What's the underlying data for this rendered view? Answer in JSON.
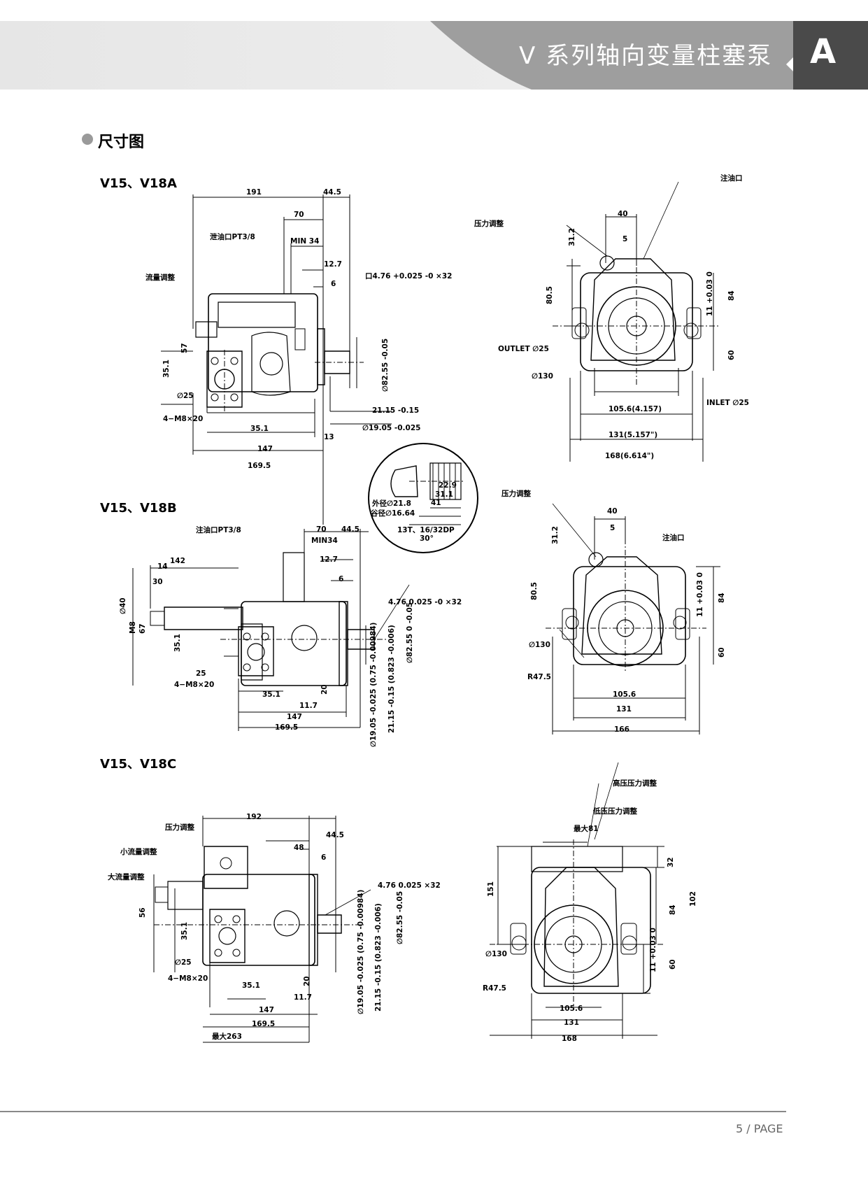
{
  "header": {
    "title": "V 系列轴向变量柱塞泵",
    "chapter_letter": "A",
    "band_color": "#d9d9d9",
    "chapter_box_color": "#4a4a4a"
  },
  "section": {
    "bullet_icon": "filled-circle-icon",
    "title": "尺寸图"
  },
  "drawings": [
    {
      "model": "V15、V18A",
      "side_view_labels": [
        "191",
        "44.5",
        "70",
        "MIN 34",
        "12.7",
        "6",
        "泄油口PT3/8",
        "流量调整",
        "口4.76 +0.025 -0 ×32",
        "57",
        "35.1",
        "∅25",
        "4−M8×20",
        "35.1",
        "147",
        "169.5",
        "13",
        "∅82.55 -0.05",
        "21.15 -0.15",
        "∅19.05 -0.025"
      ],
      "front_view_labels": [
        "注油口",
        "压力调整",
        "40",
        "5",
        "31.2",
        "80.5",
        "11 +0.03 0",
        "84",
        "OUTLET ∅25",
        "∅130",
        "60",
        "INLET ∅25",
        "105.6(4.157)",
        "131(5.157\")",
        "168(6.614\")"
      ]
    },
    {
      "model": "V15、V18B",
      "side_view_labels": [
        "注油口PT3/8",
        "70",
        "44.5",
        "MIN34",
        "12.7",
        "6",
        "142",
        "14",
        "30",
        "∅40",
        "M8",
        "67",
        "35.1",
        "25",
        "4−M8×20",
        "35.1",
        "11.7",
        "147",
        "169.5",
        "4.76 0.025 -0 ×32",
        "∅82.55 0 -0.05",
        "20",
        "∅19.05 -0.025 (0.75 -0.00984)",
        "21.15 -0.15 (0.823 -0.006)"
      ],
      "front_view_labels": [
        "压力调整",
        "40",
        "5",
        "31.2",
        "注油口",
        "80.5",
        "84",
        "11 +0.03 0",
        "∅130",
        "60",
        "R47.5",
        "105.6",
        "131",
        "166"
      ]
    },
    {
      "model": "V15、V18C",
      "side_view_labels": [
        "192",
        "压力调整",
        "44.5",
        "48",
        "6",
        "小流量调整",
        "大流量调整",
        "4.76 0.025 ×32",
        "56",
        "35.1",
        "∅25",
        "4−M8×20",
        "35.1",
        "11.7",
        "147",
        "169.5",
        "最大263",
        "∅82.55 -0.05",
        "20",
        "∅19.05 -0.025 (0.75 -0.00984)",
        "21.15 -0.15 (0.823 -0.006)"
      ],
      "front_view_labels": [
        "高压压力调整",
        "低压压力调整",
        "最大81",
        "151",
        "32",
        "102",
        "84",
        "∅130",
        "11 +0.03 0",
        "60",
        "R47.5",
        "105.6",
        "131",
        "168"
      ]
    }
  ],
  "detail": {
    "labels": [
      "22.9",
      "31.1",
      "41",
      "外径∅21.8",
      "谷径∅16.64",
      "13T、16/32DP",
      "30°"
    ]
  },
  "footer": {
    "page": "5 / PAGE"
  }
}
